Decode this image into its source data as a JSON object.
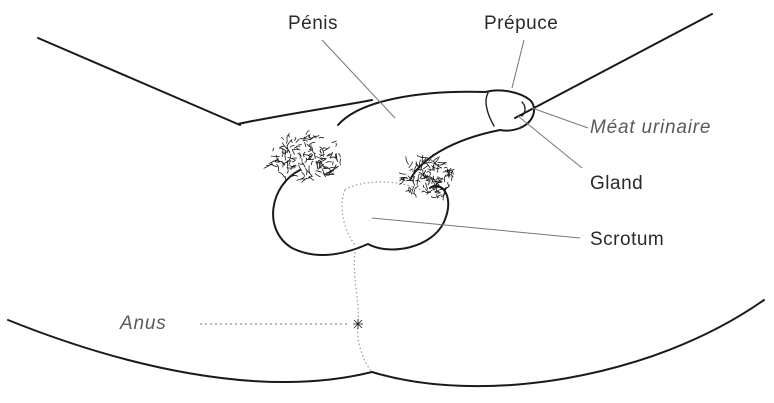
{
  "labels": {
    "penis": "Pénis",
    "prepuce": "Prépuce",
    "meatus": "Méat urinaire",
    "glans": "Gland",
    "scrotum": "Scrotum",
    "anus": "Anus"
  },
  "colors": {
    "line": "#1a1a1a",
    "leader": "#777777",
    "label": "#2a2a2a",
    "label_italic": "#5a5a5a"
  }
}
